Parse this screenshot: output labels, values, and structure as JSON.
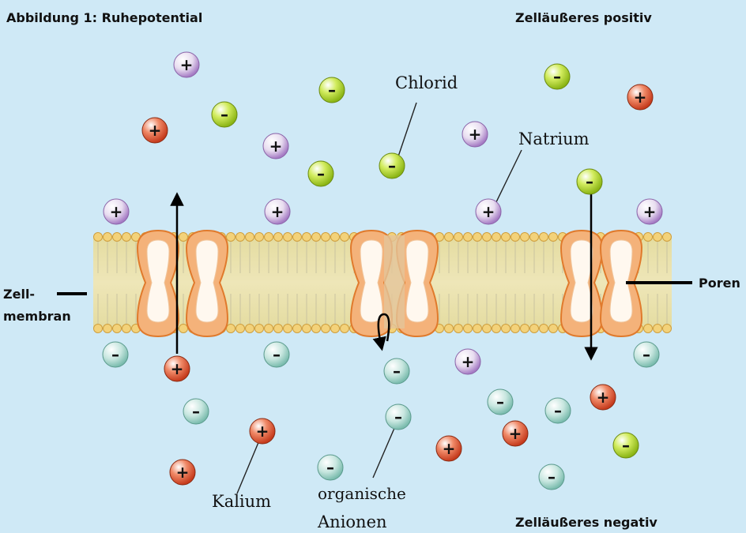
{
  "figure": {
    "title": "Abbildung 1: Ruhepotential",
    "top_right": "Zelläußeres positiv",
    "bottom_right": "Zelläußeres negativ"
  },
  "labels": {
    "chlorid": "Chlorid",
    "natrium": "Natrium",
    "kalium": "Kalium",
    "anionen_1": "organische",
    "anionen_2": "Anionen",
    "membran_1": "Zell-",
    "membran_2": "membran",
    "poren": "Poren"
  },
  "ion_types": {
    "natrium": {
      "symbol": "+",
      "color": "#b78fd0"
    },
    "kalium": {
      "symbol": "+",
      "color": "#e05a3a"
    },
    "chlorid": {
      "symbol": "–",
      "color": "#b2d62a"
    },
    "anion": {
      "symbol": "–",
      "color": "#8fc9bd"
    }
  },
  "colors": {
    "background": "#cfe9f6",
    "membrane": "#efe0a8",
    "lipid_head": "#f0d070",
    "channel": "#f2a766",
    "channel_edge": "#e07a2c"
  }
}
